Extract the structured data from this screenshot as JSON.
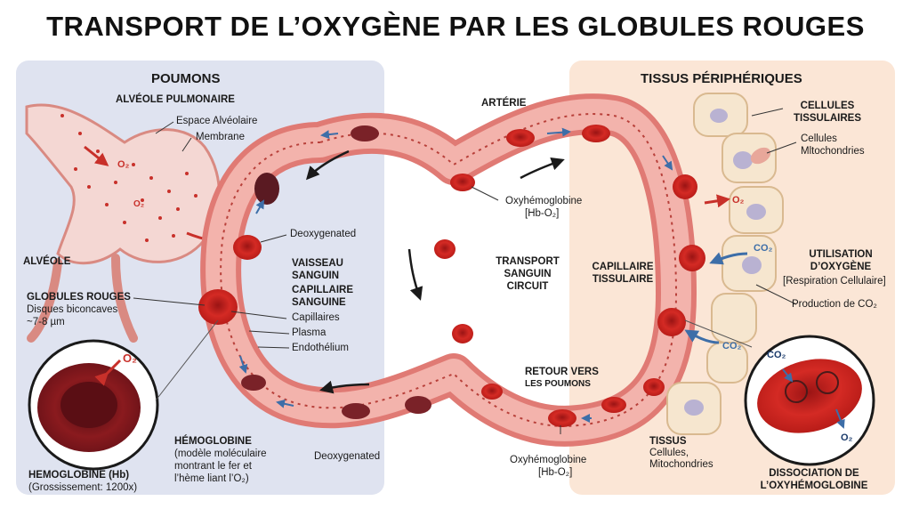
{
  "title": "TRANSPORT DE L’OXYGÈNE PAR LES GLOBULES ROUGES",
  "left_panel": {
    "heading": "POUMONS",
    "alveole_pulmonaire": "ALVÉOLE PULMONAIRE",
    "espace_alveolaire": "Espace Alvéolaire",
    "membrane": "Membrane",
    "alveole": "ALVÉOLE",
    "globules_rouges": "GLOBULES ROUGES",
    "disques": "Disques biconcaves",
    "size": "~7-8 µm",
    "hemoglobine_hb": "HEMOGLOBINE (Hb)",
    "grossissement": "(Grossissement: 1200x)",
    "hemoglobine": "HÉMOGLOBINE",
    "hemo_desc_1": "(modèle moléculaire",
    "hemo_desc_2": "montrant le fer et",
    "hemo_desc_3": "l’hème liant l’O₂)"
  },
  "center": {
    "deoxygenated_top": "Deoxygenated",
    "vaisseau_sanguin": "VAISSEAU SANGUIN",
    "capillaire_sanguine": "CAPILLAIRE SANGUINE",
    "capillaires": "Capillaires",
    "plasma": "Plasma",
    "endothelium": "Endothélium",
    "deoxygenated_bottom": "Deoxygenated",
    "artere": "ARTÉRIE",
    "oxyhemoglobine_top": "Oxyhémoglobine",
    "hb_o2_top": "[Hb-O₂]",
    "transport_circuit": "TRANSPORT SANGUIN CIRCUIT",
    "retour_vers": "RETOUR VERS",
    "les_poumons": "LES POUMONS",
    "oxyhemoglobine_bottom": "Oxyhémoglobine",
    "hb_o2_bottom": "[Hb-O₂]"
  },
  "right_panel": {
    "heading": "TISSUS PÉRIPHÉRIQUES",
    "cellules_tissulaires": "CELLULES TISSULAIRES",
    "cellules": "Cellules",
    "mitochondries_1": "Mltochondries",
    "capillaire_tissulaire": "CAPILLAIRE TISSULAIRE",
    "utilisation": "UTILISATION D’OXYGÈNE",
    "respiration": "[Respiration Cellulaire]",
    "production_co2": "Production de CO₂",
    "tissus": "TISSUS",
    "tissus_cellules": "Cellules,",
    "tissus_mito": "Mitochondries",
    "dissociation": "DISSOCIATION DE L’OXYHÉMOGLOBINE"
  },
  "chem": {
    "o2": "O₂",
    "co2": "CO₂"
  },
  "colors": {
    "vessel": "#e07a74",
    "vessel_dark": "#b8403a",
    "rbc": "#c8201e",
    "rbc_dark": "#6a1a22",
    "left_bg": "#dfe3f0",
    "right_bg": "#fbe6d6",
    "arrow_blue": "#3d6ea8"
  }
}
